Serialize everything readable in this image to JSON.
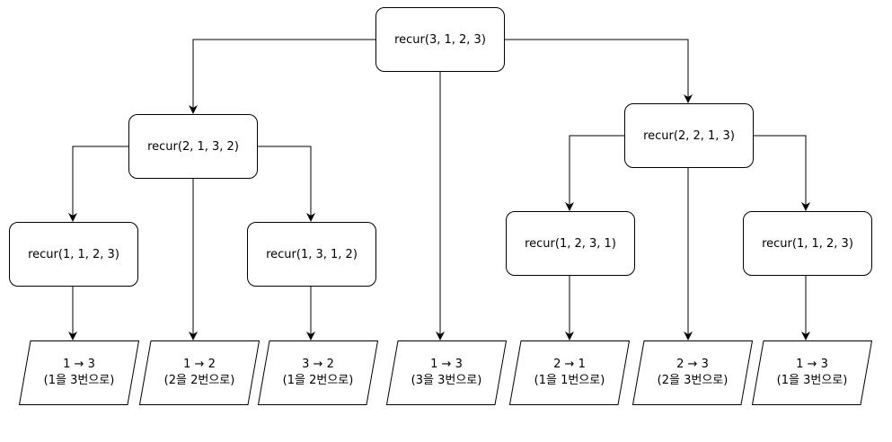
{
  "calls": {
    "root": "recur(3, 1, 2, 3)",
    "left": "recur(2, 1, 3, 2)",
    "right": "recur(2, 2, 1, 3)",
    "left_left": "recur(1, 1, 2, 3)",
    "left_right": "recur(1, 3, 1, 2)",
    "right_left": "recur(1, 2, 3, 1)",
    "right_right": "recur(1, 1, 2, 3)"
  },
  "moves": [
    {
      "move": "1 → 3",
      "desc": "(1을 3번으로)"
    },
    {
      "move": "1 → 2",
      "desc": "(2을 2번으로)"
    },
    {
      "move": "3 → 2",
      "desc": "(1을 2번으로)"
    },
    {
      "move": "1 → 3",
      "desc": "(3을 3번으로)"
    },
    {
      "move": "2 → 1",
      "desc": "(1을 1번으로)"
    },
    {
      "move": "2 → 3",
      "desc": "(2을 3번으로)"
    },
    {
      "move": "1 → 3",
      "desc": "(1을 3번으로)"
    }
  ]
}
